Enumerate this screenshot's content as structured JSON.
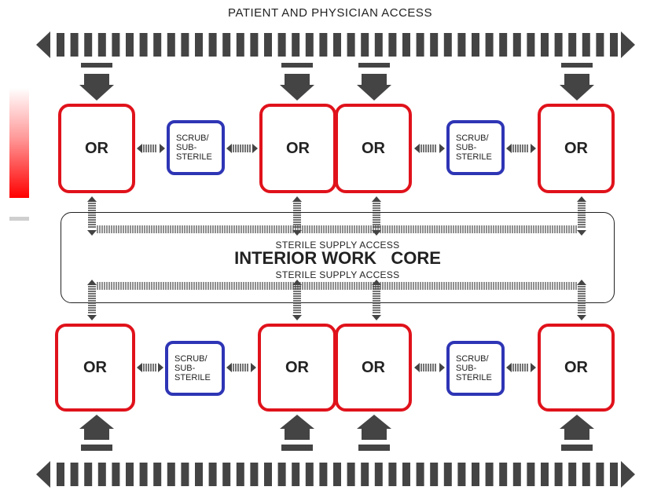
{
  "top_label": "PATIENT AND PHYSICIAN ACCESS",
  "core": {
    "title": "INTERIOR WORK   CORE",
    "supply_top": "STERILE SUPPLY ACCESS",
    "supply_bottom": "STERILE SUPPLY ACCESS"
  },
  "rooms": {
    "or_label": "OR",
    "scrub_line1": "SCRUB/",
    "scrub_line2": "SUB-",
    "scrub_line3": "STERILE"
  },
  "colors": {
    "or_border": "#e0121b",
    "scrub_border": "#2e35b5",
    "corridor": "#444444",
    "ink": "#222222"
  }
}
